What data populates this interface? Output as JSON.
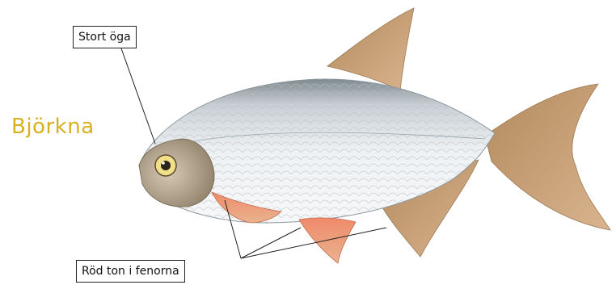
{
  "species_name": "Björkna",
  "labels": {
    "eye": "Stort öga",
    "fins": "Röd ton i fenorna"
  },
  "colors": {
    "species_name": "#d9b01e",
    "fish_body": "#dfe3e6",
    "fins": "#c99a6f",
    "fin_red_tint": "#e8775a"
  }
}
